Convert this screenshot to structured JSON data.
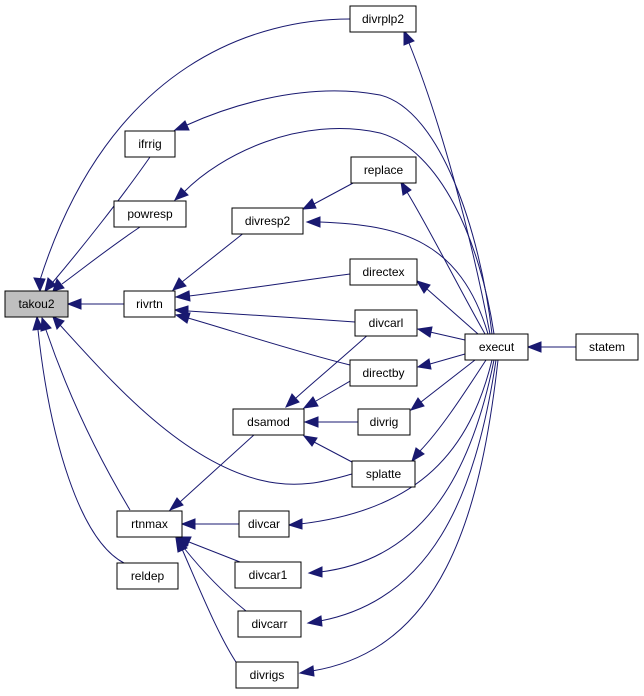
{
  "graph": {
    "edge_color": "#191970",
    "root_fill": "#bfbfbf",
    "nodes": {
      "takou2": "takou2",
      "divrplp2": "divrplp2",
      "ifrrig": "ifrrig",
      "powresp": "powresp",
      "replace": "replace",
      "divresp2": "divresp2",
      "rivrtn": "rivrtn",
      "directex": "directex",
      "divcarl": "divcarl",
      "execut": "execut",
      "statem": "statem",
      "directby": "directby",
      "dsamod": "dsamod",
      "divrig": "divrig",
      "splatte": "splatte",
      "rtnmax": "rtnmax",
      "divcar": "divcar",
      "reldep": "reldep",
      "divcar1": "divcar1",
      "divcarr": "divcarr",
      "divrigs": "divrigs"
    },
    "edges": [
      {
        "from": "divrplp2",
        "to": "takou2"
      },
      {
        "from": "ifrrig",
        "to": "takou2"
      },
      {
        "from": "powresp",
        "to": "takou2"
      },
      {
        "from": "rivrtn",
        "to": "takou2"
      },
      {
        "from": "splatte",
        "to": "takou2"
      },
      {
        "from": "rtnmax",
        "to": "takou2"
      },
      {
        "from": "reldep",
        "to": "takou2"
      },
      {
        "from": "execut",
        "to": "divrplp2"
      },
      {
        "from": "execut",
        "to": "ifrrig"
      },
      {
        "from": "execut",
        "to": "powresp"
      },
      {
        "from": "execut",
        "to": "replace"
      },
      {
        "from": "replace",
        "to": "divresp2"
      },
      {
        "from": "execut",
        "to": "divresp2"
      },
      {
        "from": "divresp2",
        "to": "rivrtn"
      },
      {
        "from": "directex",
        "to": "rivrtn"
      },
      {
        "from": "divcarl",
        "to": "rivrtn"
      },
      {
        "from": "directby",
        "to": "rivrtn"
      },
      {
        "from": "execut",
        "to": "directex"
      },
      {
        "from": "execut",
        "to": "divcarl"
      },
      {
        "from": "statem",
        "to": "execut"
      },
      {
        "from": "execut",
        "to": "directby"
      },
      {
        "from": "divcarl",
        "to": "dsamod"
      },
      {
        "from": "directby",
        "to": "dsamod"
      },
      {
        "from": "divrig",
        "to": "dsamod"
      },
      {
        "from": "splatte",
        "to": "dsamod"
      },
      {
        "from": "execut",
        "to": "divrig"
      },
      {
        "from": "execut",
        "to": "splatte"
      },
      {
        "from": "dsamod",
        "to": "rtnmax"
      },
      {
        "from": "divcar",
        "to": "rtnmax"
      },
      {
        "from": "divcar1",
        "to": "rtnmax"
      },
      {
        "from": "divcarr",
        "to": "rtnmax"
      },
      {
        "from": "divrigs",
        "to": "rtnmax"
      },
      {
        "from": "execut",
        "to": "divcar"
      },
      {
        "from": "execut",
        "to": "divcar1"
      },
      {
        "from": "execut",
        "to": "divcarr"
      },
      {
        "from": "execut",
        "to": "divrigs"
      }
    ]
  }
}
